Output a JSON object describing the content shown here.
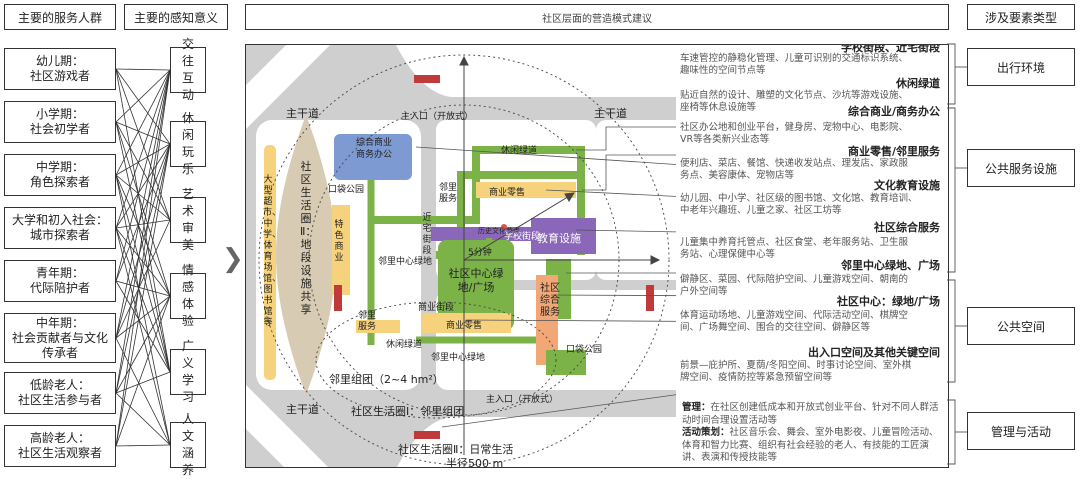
{
  "headers": {
    "groups": "主要的服务人群",
    "sense": "主要的感知意义",
    "center": "社区层面的营造模式建议",
    "elements": "涉及要素类型"
  },
  "groups": [
    {
      "l1": "幼儿期：",
      "l2": "社区游戏者"
    },
    {
      "l1": "小学期：",
      "l2": "社会初学者"
    },
    {
      "l1": "中学期：",
      "l2": "角色探索者"
    },
    {
      "l1": "大学和初入社会：",
      "l2": "城市探索者"
    },
    {
      "l1": "青年期：",
      "l2": "代际陪护者"
    },
    {
      "l1": "中年期：",
      "l2": "社会贡献者与文化传承者"
    },
    {
      "l1": "低龄老人：",
      "l2": "社区生活参与者"
    },
    {
      "l1": "高龄老人：",
      "l2": "社区生活观察者"
    }
  ],
  "senses": [
    "交往互动",
    "休闲玩乐",
    "艺术审美",
    "情感体验",
    "广义学习",
    "人文涵养"
  ],
  "requirements": [
    {
      "title": "学校街段、近宅街段",
      "desc": "车速管控的静稳化管理、儿童可识别的交通标识系统、\n趣味性的空间节点等"
    },
    {
      "title": "休闲绿道",
      "desc": "贴近自然的设计、雕塑的文化节点、沙坑等游戏设施、\n座椅等休息设施等"
    },
    {
      "title": "综合商业/商务办公",
      "desc": "社区办公地和创业平台，健身房、宠物中心、电影院、\nVR等各类新兴业态等"
    },
    {
      "title": "商业零售/邻里服务",
      "desc": "便利店、菜店、餐馆、快递收发站点、理发店、家政服\n务点、美容康体、宠物店等"
    },
    {
      "title": "文化教育设施",
      "desc": "幼儿园、中小学、社区级的图书馆、文化馆、教育培训、\n中老年兴趣班、儿童之家、社区工坊等"
    },
    {
      "title": "社区综合服务",
      "desc": "儿童集中养育托管点、社区食堂、老年服务站、卫生服\n务站、心理保健中心等"
    },
    {
      "title": "邻里中心绿地、广场",
      "desc": "僻静区、菜园、代际陪护空间、儿童游戏空间、朝南的\n户外空间等"
    },
    {
      "title": "社区中心：绿地/广场",
      "desc": "体育运动场地、儿童游戏空间、代际活动空间、棋牌空\n间、广场舞空间、围合的交往空间、僻静区等"
    },
    {
      "title": "出入口空间及其他关键空间",
      "desc": "前景—庇护所、夏荫/冬阳空间、时事讨论空间、室外棋\n牌空间、疫情防控等紧急预留空间等"
    }
  ],
  "management": {
    "m_title": "管理：",
    "m_text": "在社区创建低成本和开放式创业平台、针对不同人群活动时间合理设置活动等",
    "a_title": "活动策划：",
    "a_text": "社区音乐会、舞会、室外电影夜、儿童冒险活动、体育和智力比赛、组织有社会经验的老人、有技能的工匠演讲、表演和传授技能等"
  },
  "elements": [
    "出行环境",
    "公共服务设施",
    "公共空间",
    "管理与活动"
  ],
  "diagram": {
    "main_road_tl": "主干道",
    "main_road_tr": "主干道",
    "main_road_bl": "主干道",
    "main_entry_top": "主入口（开放式）",
    "main_entry_bottom": "主入口（开放式）",
    "circle_band": "社区生活圈Ⅱ：地段设施共享",
    "supermarket": "大型超市、中学、体育场馆、图书馆等",
    "biz_office": "综合商业\n商务办公",
    "pocket_park_1": "口袋公园",
    "pocket_park_2": "口袋公园",
    "special_biz": "特色商业",
    "near_home_street": "近宅街段",
    "leisure_green_top": "休闲绿道",
    "leisure_green_bottom": "休闲绿道",
    "neighbor_service_1": "邻里服务",
    "neighbor_service_2": "邻里服务",
    "retail_1": "商业零售",
    "retail_2": "商业零售",
    "school_street": "学校街段",
    "commerce_street": "商业街段",
    "heritage": "历史文化节点",
    "education": "教育设施",
    "five_min": "5分钟",
    "community_center": "社区中心绿地/广场",
    "neighbor_green_1": "邻里中心绿地",
    "neighbor_green_2": "邻里中心绿地",
    "community_service": "社区综合服务",
    "neighbor_group": "邻里组团（2~4 hm²）",
    "circle_1": "社区生活圈Ⅰ：邻里组团",
    "circle_2": "社区生活圈Ⅱ：日常生活",
    "radius": "半径500 m"
  }
}
